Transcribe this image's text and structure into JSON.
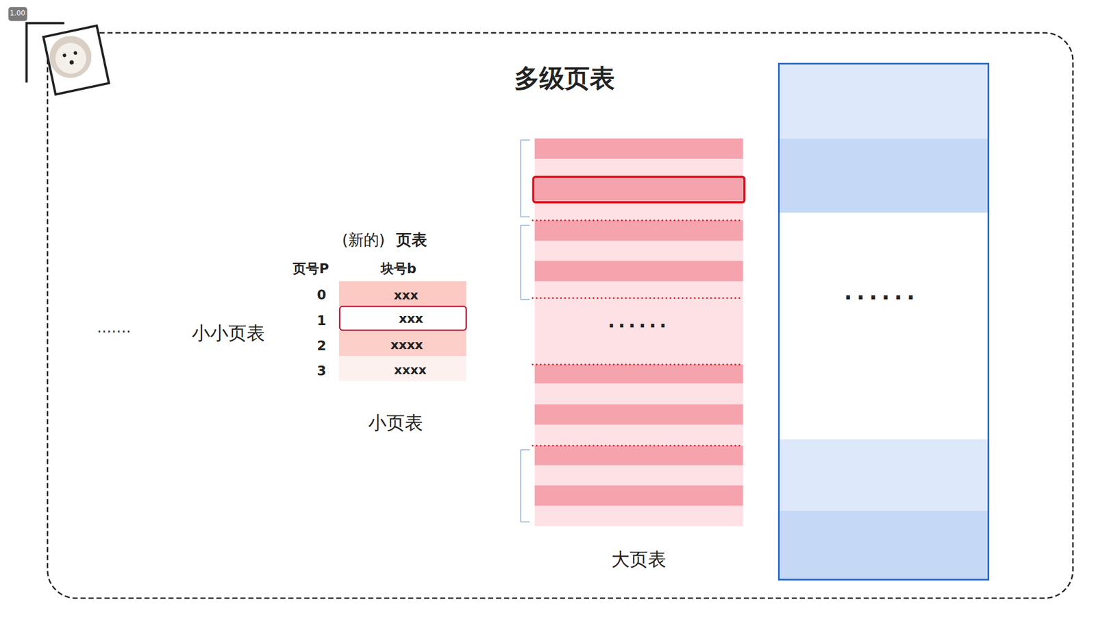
{
  "diagram": {
    "title": "多级页表",
    "nodes": [
      {
        "text": [
          "......",
          "大页表"
        ]
      },
      {
        "text": [
          "......"
        ]
      }
    ],
    "labels": [
      "1.00",
      ".......",
      "小小页表",
      "(新的)",
      "页表",
      "页号P",
      "块号b",
      "0",
      "xxx",
      "1",
      "xxx",
      "2",
      "xxxx",
      "3",
      "xxxx",
      "小页表"
    ]
  }
}
